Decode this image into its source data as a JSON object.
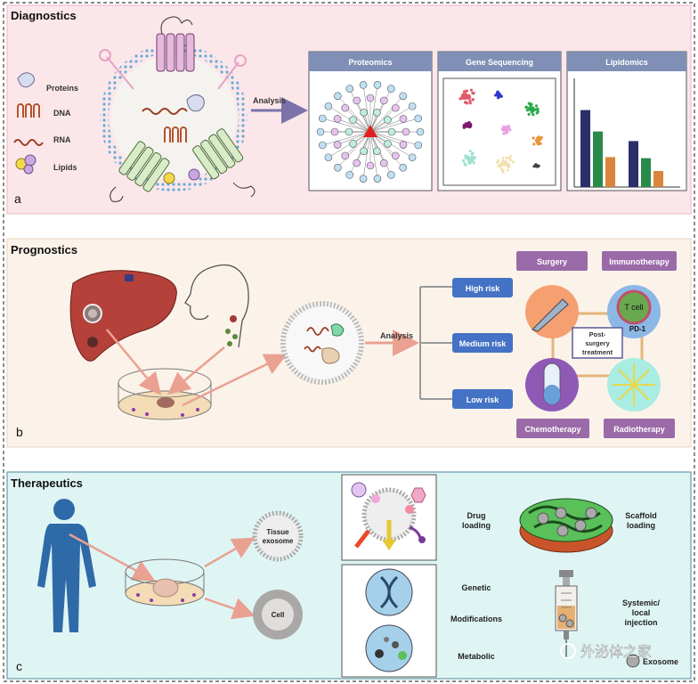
{
  "panels": {
    "a": {
      "title": "Diagnostics",
      "letter": "a"
    },
    "b": {
      "title": "Prognostics",
      "letter": "b"
    },
    "c": {
      "title": "Therapeutics",
      "letter": "c"
    }
  },
  "legend": {
    "proteins": "Proteins",
    "dna": "DNA",
    "rna": "RNA",
    "lipids": "Lipids"
  },
  "arrows": {
    "analysis_a": "Analysis",
    "analysis_b": "Analysis"
  },
  "omics": {
    "proteomics": "Proteomics",
    "gene_sequencing": "Gene Sequencing",
    "lipidomics": "Lipidomics"
  },
  "lipidomics_bars": [
    {
      "group": 1,
      "values": [
        0.72,
        0.52,
        0.28
      ]
    },
    {
      "group": 2,
      "values": [
        0.43,
        0.27,
        0.15
      ]
    }
  ],
  "risk": {
    "high": "High risk",
    "medium": "Medium risk",
    "low": "Low risk"
  },
  "treatments": {
    "surgery": "Surgery",
    "immunotherapy": "Immunotherapy",
    "chemotherapy": "Chemotherapy",
    "radiotherapy": "Radiotherapy",
    "tcell": "T cell",
    "pd1": "PD-1",
    "post1": "Post-",
    "post2": "surgery",
    "post3": "treatment"
  },
  "therapeutics": {
    "tissue1": "Tissue",
    "tissue2": "exosome",
    "cell": "Cell",
    "drug1": "Drug",
    "drug2": "loading",
    "scaffold1": "Scaffold",
    "scaffold2": "loading",
    "genetic": "Genetic",
    "modifications": "Modifications",
    "metabolic": "Metabolic",
    "systemic1": "Systemic/",
    "systemic2": "local",
    "systemic3": "injection",
    "exosome": "Exosome"
  },
  "watermark": "外泌体之家",
  "colors": {
    "panel_a_bg": "#fbe7ea",
    "panel_b_bg": "#fbf3ea",
    "panel_c_bg": "#dff5f4",
    "risk_box": "#4472c4",
    "treatment_box": "#9b6aa8",
    "analysis_arrow": "#7a72a8",
    "header_box": "#7f8fb5"
  }
}
